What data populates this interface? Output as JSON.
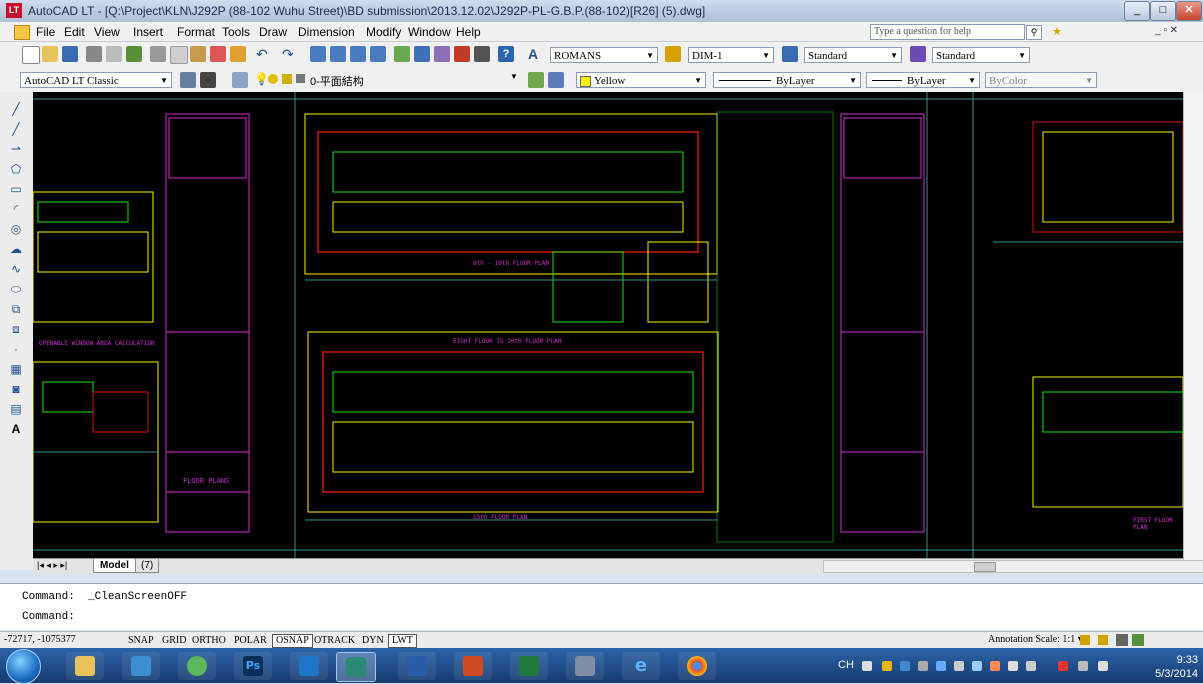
{
  "window": {
    "app_icon": "LT",
    "title": "AutoCAD LT - [Q:\\Project\\KLN\\J292P (88-102 Wuhu Street)\\BD submission\\2013.12.02\\J292P-PL-G.B.P.(88-102)[R26] (5).dwg]",
    "min": "_",
    "max": "□",
    "close": "✕"
  },
  "menu": {
    "items": [
      "File",
      "Edit",
      "View",
      "Insert",
      "Format",
      "Tools",
      "Draw",
      "Dimension",
      "Modify",
      "Window",
      "Help"
    ],
    "help_placeholder": "Type a question for help"
  },
  "toolbar1": {
    "text_style": "ROMANS",
    "dim_style": "DIM-1",
    "table_style": "Standard",
    "mleader_style": "Standard"
  },
  "toolbar2": {
    "workspace": "AutoCAD LT Classic",
    "layer": "0-平面結构",
    "color": "Yellow",
    "linetype": "ByLayer",
    "lineweight": "ByLayer",
    "plotstyle": "ByColor"
  },
  "colors": {
    "accent_yellow": "#f5f200",
    "drawing_bg": "#000000",
    "magenta_frame": "#d12fd1",
    "green_text": "#19e619",
    "grid_cyan": "#3d8f8a",
    "red_wall": "#d01616"
  },
  "tabs": {
    "nav": "|◂ ◂ ▸ ▸|",
    "model": "Model",
    "layout": "(7)"
  },
  "command": {
    "line1": "Command:  _CleanScreenOFF",
    "line2": "Command:"
  },
  "status": {
    "coords": "-72717, -1075377",
    "buttons": [
      {
        "label": "SNAP",
        "on": false
      },
      {
        "label": "GRID",
        "on": false
      },
      {
        "label": "ORTHO",
        "on": false
      },
      {
        "label": "POLAR",
        "on": false
      },
      {
        "label": "OSNAP",
        "on": true
      },
      {
        "label": "OTRACK",
        "on": false
      },
      {
        "label": "DYN",
        "on": false
      },
      {
        "label": "LWT",
        "on": true
      }
    ],
    "annotation_scale": "Annotation Scale: 1:1 ▾"
  },
  "taskbar": {
    "apps": [
      "explorer-icon",
      "media-icon",
      "gps-icon",
      "photoshop-icon",
      "outlook-icon",
      "autocad-lt-icon",
      "word-icon",
      "powerpoint-icon",
      "excel-icon",
      "calculator-icon",
      "ie-icon",
      "chrome-icon"
    ],
    "ps_label": "Ps",
    "lang": "CH",
    "time": "9:33",
    "date": "5/3/2014"
  },
  "drawing": {
    "notes": [
      "OPENABLE WINDOW AREA CALCULATION",
      "8th - 10th FLOOR PLAN",
      "EIGHT FLOOR TO 10th FLOOR PLAN",
      "FLOOR PLANS",
      "15th FLOOR PLAN",
      "FIRST FLOOR PLAN"
    ]
  }
}
